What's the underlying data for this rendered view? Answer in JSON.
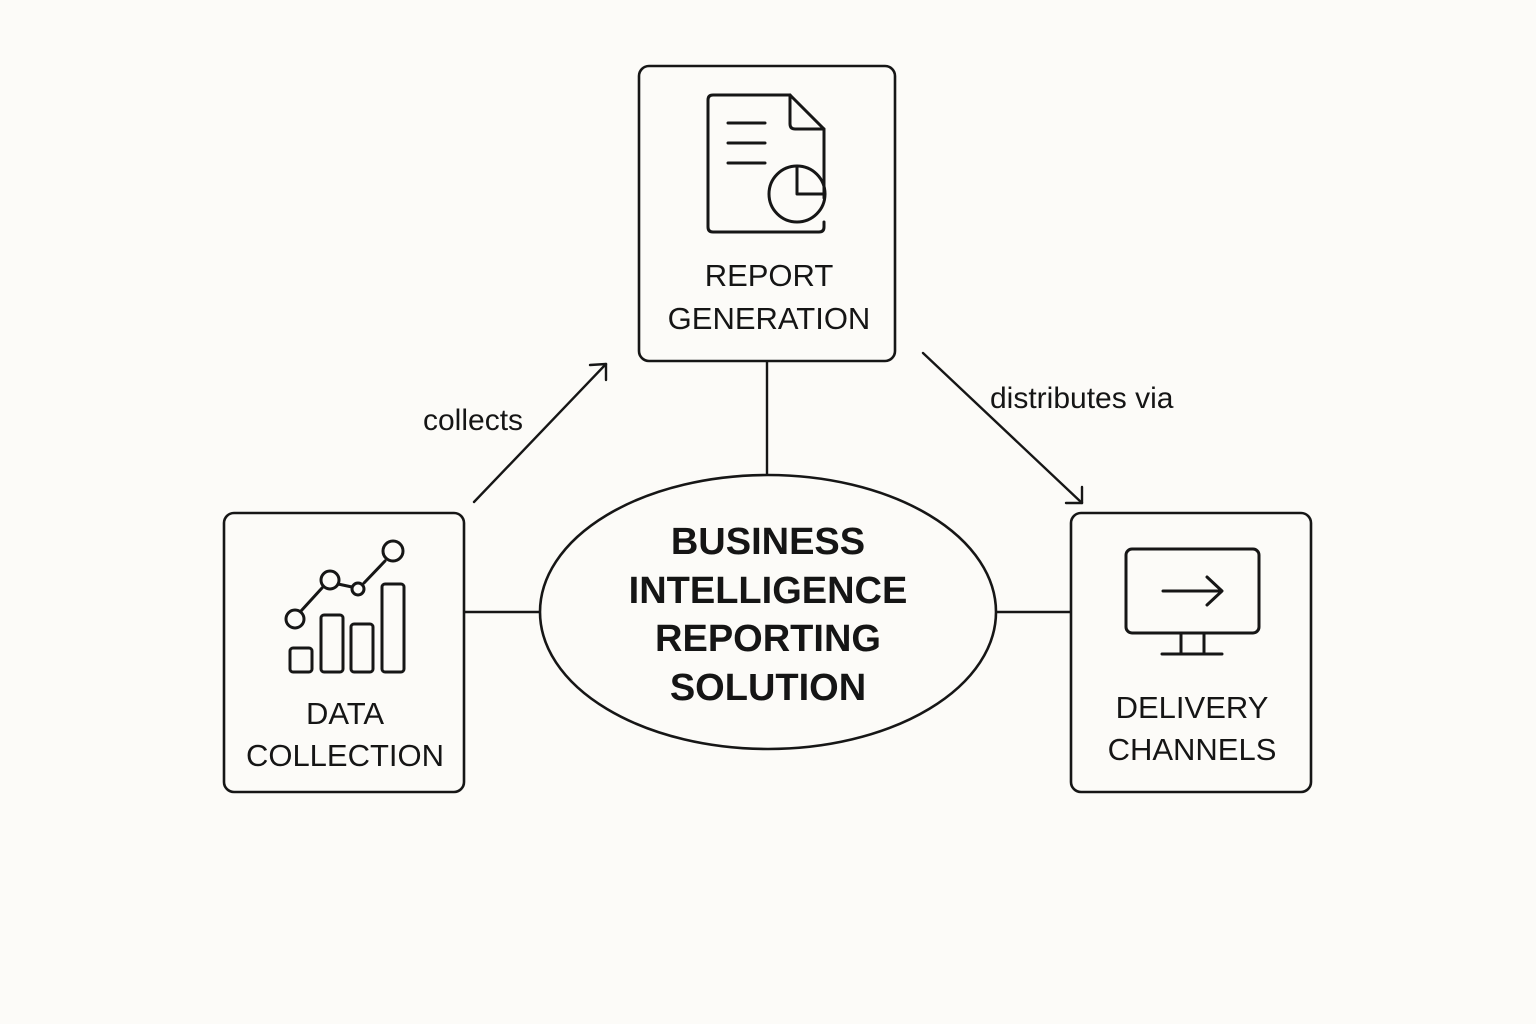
{
  "diagram": {
    "center": {
      "lines": [
        "BUSINESS",
        "INTELLIGENCE",
        "REPORTING",
        "SOLUTION"
      ]
    },
    "nodes": {
      "report_generation": {
        "lines": [
          "REPORT",
          "GENERATION"
        ],
        "icon": "document-pie-chart-icon"
      },
      "data_collection": {
        "lines": [
          "DATA",
          "COLLECTION"
        ],
        "icon": "bar-line-chart-icon"
      },
      "delivery_channels": {
        "lines": [
          "DELIVERY",
          "CHANNELS"
        ],
        "icon": "monitor-arrow-icon"
      }
    },
    "edges": {
      "collects": {
        "label": "collects",
        "from": "data_collection",
        "to": "report_generation"
      },
      "distributes_via": {
        "label": "distributes via",
        "from": "report_generation",
        "to": "delivery_channels"
      }
    },
    "colors": {
      "background": "#fcfbf8",
      "stroke": "#161616",
      "text": "#151515"
    }
  }
}
